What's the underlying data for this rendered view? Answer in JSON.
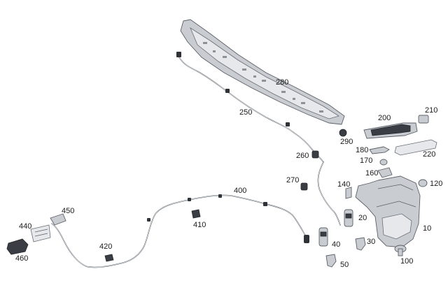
{
  "diagram": {
    "labels": {
      "p280": "280",
      "p250": "250",
      "p290": "290",
      "p200": "200",
      "p210": "210",
      "p220": "220",
      "p180": "180",
      "p170": "170",
      "p160": "160",
      "p260": "260",
      "p270": "270",
      "p140": "140",
      "p120": "120",
      "p400": "400",
      "p450": "450",
      "p440": "440",
      "p460": "460",
      "p410": "410",
      "p420": "420",
      "p20": "20",
      "p10": "10",
      "p40": "40",
      "p30": "30",
      "p50": "50",
      "p100": "100"
    }
  }
}
